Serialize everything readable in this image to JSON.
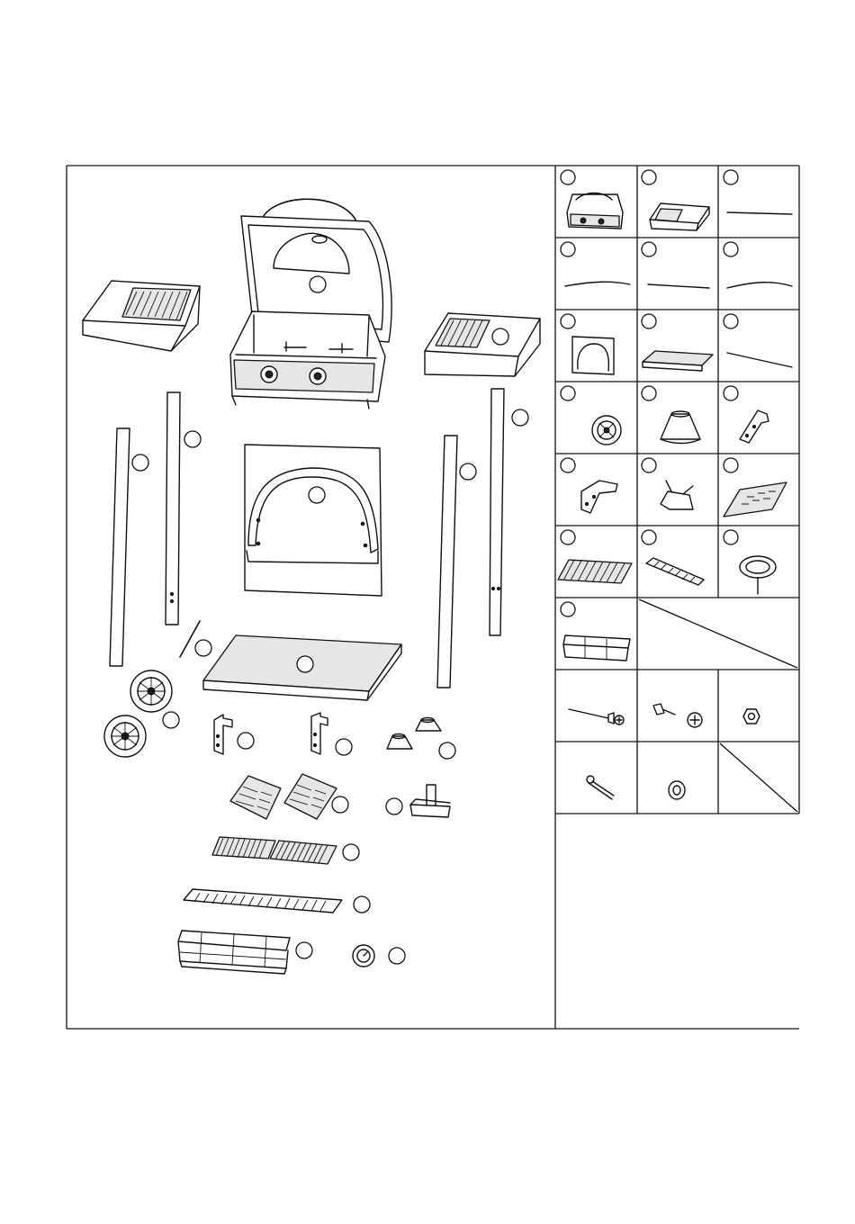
{
  "document": {
    "title": "",
    "text": []
  },
  "exploded_view": {
    "callouts": [],
    "parts": [
      "grill-body",
      "side-shelf-left",
      "side-shelf-right",
      "leg-front-left",
      "leg-rear-left",
      "leg-front-right",
      "leg-rear-right",
      "cart-back-panel",
      "axle-rod",
      "bottom-shelf",
      "wheels",
      "bracket-left",
      "bracket-right",
      "leg-feet",
      "heat-tents",
      "grease-cup",
      "cooking-grates",
      "warming-rack",
      "storage-basket",
      "thermometer"
    ]
  },
  "parts_table": {
    "rows": 9,
    "cols": 3,
    "cells": [
      {
        "icon": "grill-body-icon"
      },
      {
        "icon": "side-shelf-icon"
      },
      {
        "icon": "rod-icon"
      },
      {
        "icon": "leg-curved-icon"
      },
      {
        "icon": "leg-straight-icon"
      },
      {
        "icon": "leg-curved-icon"
      },
      {
        "icon": "back-panel-icon"
      },
      {
        "icon": "bottom-shelf-icon"
      },
      {
        "icon": "axle-icon"
      },
      {
        "icon": "wheel-icon"
      },
      {
        "icon": "foot-icon"
      },
      {
        "icon": "bracket-icon"
      },
      {
        "icon": "bracket-icon"
      },
      {
        "icon": "grease-cup-icon"
      },
      {
        "icon": "heat-tent-icon"
      },
      {
        "icon": "cooking-grate-icon"
      },
      {
        "icon": "warming-rack-icon"
      },
      {
        "icon": "thermometer-icon"
      },
      {
        "icon": "basket-icon"
      },
      {
        "icon": "blank"
      },
      {
        "icon": "blank"
      },
      {
        "icon": "bolt-long-icon"
      },
      {
        "icon": "screw-icon"
      },
      {
        "icon": "nut-icon"
      },
      {
        "icon": "cotter-pin-icon"
      },
      {
        "icon": "washer-icon"
      },
      {
        "icon": "blank"
      }
    ]
  }
}
